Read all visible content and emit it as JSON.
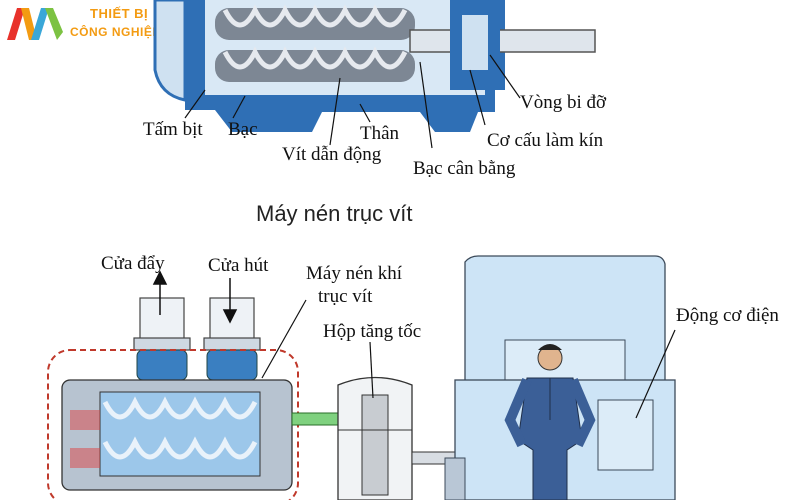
{
  "logo": {
    "line1": "THIẾT BỊ",
    "line2": "CÔNG NGHIỆP MK",
    "colors": [
      "#e8322b",
      "#f39b12",
      "#3aa7d8",
      "#7cc242"
    ]
  },
  "title": "Máy nén trục vít",
  "top_diagram": {
    "labels": {
      "seal_plate": "Tấm bịt",
      "bushing": "Bạc",
      "body": "Thân",
      "drive_screw": "Vít dẫn động",
      "balance_bushing": "Bạc cân bằng",
      "sealing_mechanism": "Cơ cấu làm kín",
      "support_bearing": "Vòng bi đỡ"
    }
  },
  "bottom_diagram": {
    "labels": {
      "discharge_port": "Cửa đẩy",
      "suction_port": "Cửa hút",
      "compressor_line1": "Máy nén khí",
      "compressor_line2": "trục vít",
      "gearbox": "Hộp tăng tốc",
      "motor": "Động cơ điện"
    }
  },
  "colors": {
    "casing_blue": "#2f6fb5",
    "light_blue": "#9cc7ea",
    "motor_blue": "#cde4f6",
    "dashed_red": "#c0392b",
    "worker_suit": "#3b5f97"
  }
}
